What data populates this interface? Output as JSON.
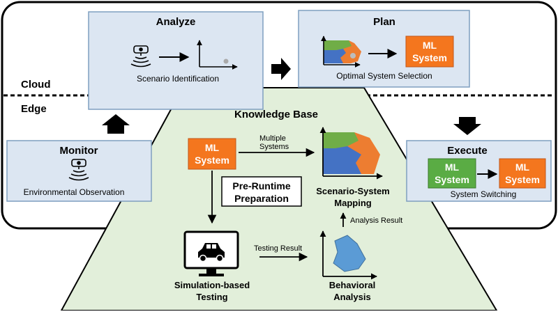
{
  "zones": {
    "cloud": "Cloud",
    "edge": "Edge"
  },
  "analyze": {
    "title": "Analyze",
    "caption": "Scenario Identification"
  },
  "plan": {
    "title": "Plan",
    "caption": "Optimal System Selection",
    "ml_line1": "ML",
    "ml_line2": "System"
  },
  "monitor": {
    "title": "Monitor",
    "caption": "Environmental Observation"
  },
  "execute": {
    "title": "Execute",
    "caption": "System Switching",
    "ml_a_line1": "ML",
    "ml_a_line2": "System",
    "ml_b_line1": "ML",
    "ml_b_line2": "System"
  },
  "knowledge": {
    "title": "Knowledge Base",
    "ml_line1": "ML",
    "ml_line2": "System",
    "multiple_line1": "Multiple",
    "multiple_line2": "Systems",
    "pre_line1": "Pre-Runtime",
    "pre_line2": "Preparation",
    "mapping_line1": "Scenario-System",
    "mapping_line2": "Mapping",
    "analysis_result": "Analysis Result",
    "testing_result": "Testing Result",
    "sim_line1": "Simulation-based",
    "sim_line2": "Testing",
    "beh_line1": "Behavioral",
    "beh_line2": "Analysis"
  },
  "colors": {
    "panel_blue": "#dce6f2",
    "knowledge_green": "#e2efda",
    "ml_orange": "#f4761e",
    "ml_green": "#5aac44",
    "map_blue": "#4472c4",
    "map_green": "#70ad47",
    "map_orange": "#ed7d31"
  }
}
